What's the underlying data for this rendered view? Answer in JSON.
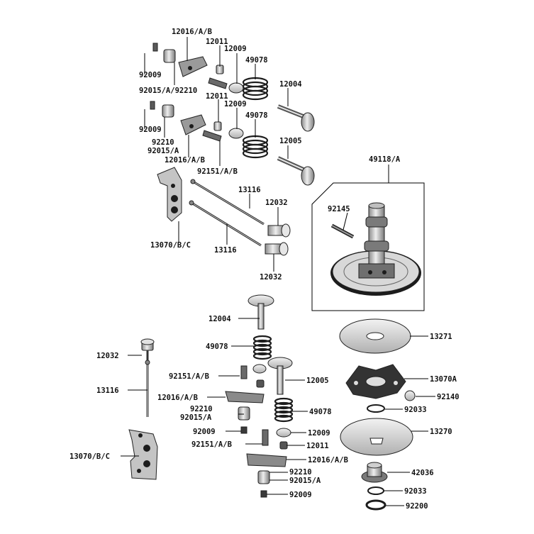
{
  "colors": {
    "ink": "#111111",
    "metal_light": "#e2e2e2",
    "metal_mid": "#b8b8b8",
    "metal_dark": "#5a5a5a",
    "metal_black": "#1c1c1c"
  },
  "labels": {
    "l_12016_A_B_top": "12016/A/B",
    "l_12011_top": "12011",
    "l_12009_top": "12009",
    "l_49078_top": "49078",
    "l_92009_top": "92009",
    "l_92015_A_92210": "92015/A/92210",
    "l_12004_top": "12004",
    "l_12011_mid": "12011",
    "l_12009_mid": "12009",
    "l_49078_mid": "49078",
    "l_92009_mid": "92009",
    "l_92210_mid": "92210",
    "l_92015_A_mid": "92015/A",
    "l_12016_A_B_mid": "12016/A/B",
    "l_92151_A_B_mid": "92151/A/B",
    "l_12005_top": "12005",
    "l_49118_A": "49118/A",
    "l_13116_a": "13116",
    "l_12032_a": "12032",
    "l_92145": "92145",
    "l_13070_B_C_top": "13070/B/C",
    "l_13116_b": "13116",
    "l_12032_b": "12032",
    "l_12004_low": "12004",
    "l_13271": "13271",
    "l_49078_low": "49078",
    "l_12032_left": "12032",
    "l_92151_A_B_low1": "92151/A/B",
    "l_12005_low": "12005",
    "l_13070A": "13070A",
    "l_13116_left": "13116",
    "l_12016_A_B_low1": "12016/A/B",
    "l_92140": "92140",
    "l_92210_low1": "92210",
    "l_92015_A_low1": "92015/A",
    "l_49078_low2": "49078",
    "l_92033_a": "92033",
    "l_13270": "13270",
    "l_92009_low1": "92009",
    "l_12009_low": "12009",
    "l_92151_A_B_low2": "92151/A/B",
    "l_12011_low": "12011",
    "l_13070_B_C_low": "13070/B/C",
    "l_12016_A_B_low2": "12016/A/B",
    "l_42036": "42036",
    "l_92210_low2": "92210",
    "l_92015_A_low2": "92015/A",
    "l_92033_b": "92033",
    "l_92009_low2": "92009",
    "l_92200": "92200"
  }
}
